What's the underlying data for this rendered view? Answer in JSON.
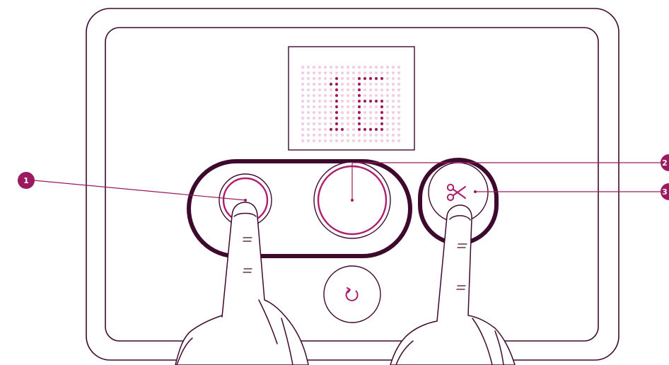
{
  "display": {
    "value": "16",
    "lit_color": "#a4195e",
    "unlit_color": "#f2cfe1"
  },
  "colors": {
    "outline": "#3d0a2e",
    "accent": "#b01d6c",
    "callout": "#9a1a5f"
  },
  "callouts": [
    {
      "number": "1",
      "target": "left-control-button"
    },
    {
      "number": "2",
      "target": "right-control-button"
    },
    {
      "number": "3",
      "target": "scissors-button"
    }
  ],
  "buttons": {
    "cut_icon": "scissors-icon",
    "reset_icon": "reset-arrow-icon"
  }
}
